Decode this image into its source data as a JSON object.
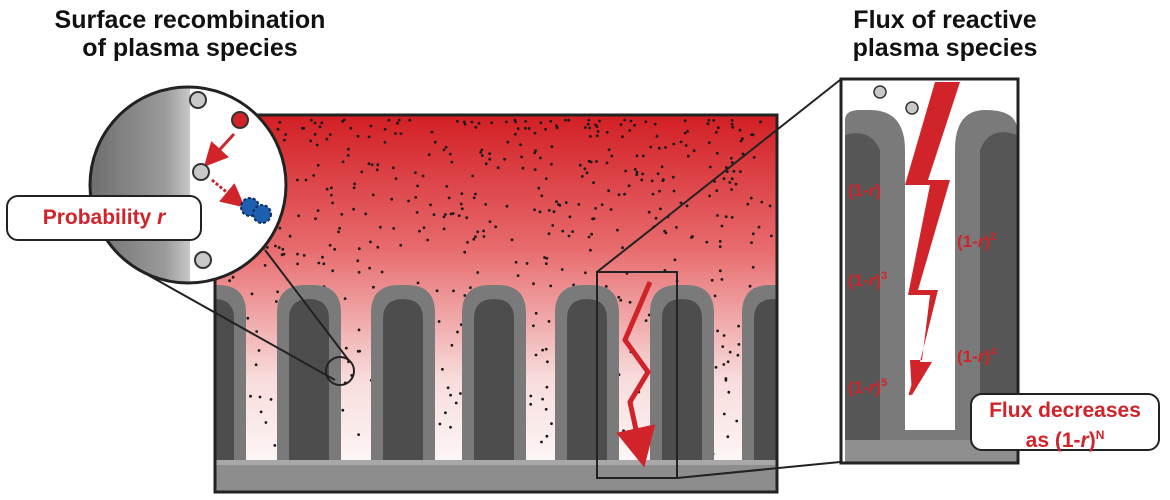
{
  "titles": {
    "left_line1": "Surface recombination",
    "left_line2": "of plasma species",
    "right_line1": "Flux of reactive",
    "right_line2": "plasma species"
  },
  "probability_label": {
    "text": "Probability ",
    "var": "r"
  },
  "flux_labels": [
    {
      "base": "(1-",
      "var": "r",
      "close": ")",
      "exp": ""
    },
    {
      "base": "(1-",
      "var": "r",
      "close": ")",
      "exp": "2"
    },
    {
      "base": "(1-",
      "var": "r",
      "close": ")",
      "exp": "3"
    },
    {
      "base": "(1-",
      "var": "r",
      "close": ")",
      "exp": "4"
    },
    {
      "base": "(1-",
      "var": "r",
      "close": ")",
      "exp": "5"
    }
  ],
  "flux_note": {
    "line1": "Flux decreases",
    "prefix": "as (1-",
    "var": "r",
    "close": ")",
    "exp": "N"
  },
  "colors": {
    "accent_red": "#d1232a",
    "plasma_red": "#d21f24",
    "trench_dark": "#4d4d4d",
    "wall_mid": "#7a7a7a",
    "outline": "#222222",
    "particle_blue": "#1f5fb0"
  }
}
